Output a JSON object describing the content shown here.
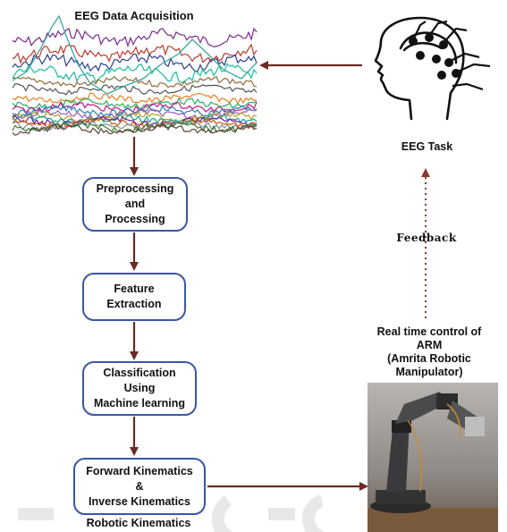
{
  "eeg_title": "EEG Data Acquisition",
  "eeg_task_label": "EEG Task",
  "feedback_label": "Feedback",
  "boxes": {
    "preprocessing": [
      "Preprocessing",
      "and",
      "Processing"
    ],
    "feature": [
      "Feature",
      "Extraction"
    ],
    "classification": [
      "Classification",
      "Using",
      "Machine learning"
    ],
    "kinematics": [
      "Forward Kinematics",
      "&",
      "Inverse Kinematics"
    ]
  },
  "robotic_kinematics_label": "Robotic Kinematics",
  "arm_label": [
    "Real time control of",
    "ARM",
    "(Amrita Robotic",
    "Manipulator)"
  ],
  "colors": {
    "arrow": "#6b2a22",
    "box_border": "#3a56a8",
    "dotted": "#8a3a30"
  },
  "icons": [
    "head-with-electrodes-icon",
    "robotic-arm-photo"
  ]
}
